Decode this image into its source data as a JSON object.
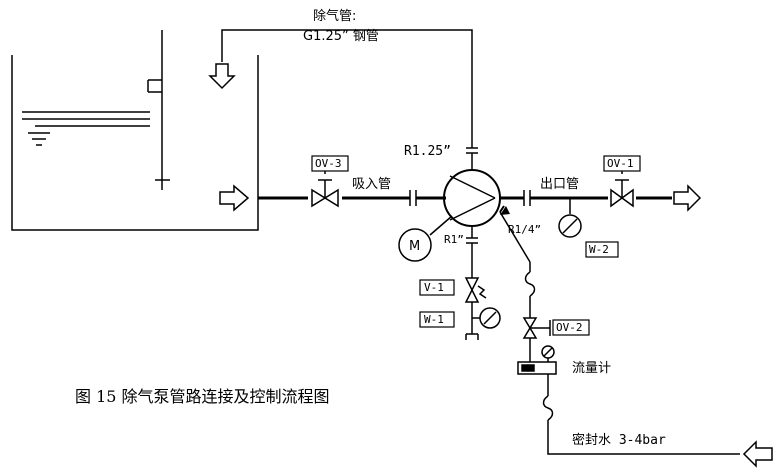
{
  "labels": {
    "degas_pipe": "除气管:",
    "degas_pipe_spec": "G1.25” 钢管",
    "r125": "R1.25”",
    "suction_pipe": "吸入管",
    "outlet_pipe": "出口管",
    "r1_4": "R1/4”",
    "r1": "R1”",
    "flowmeter": "流量计",
    "seal_water": "密封水 3-4bar"
  },
  "tags": {
    "ov3": "OV-3",
    "ov1": "OV-1",
    "ov2": "OV-2",
    "w2": "W-2",
    "v1": "V-1",
    "w1": "W-1"
  },
  "motor_label": "M",
  "caption": "图 15 除气泵管路连接及控制流程图"
}
